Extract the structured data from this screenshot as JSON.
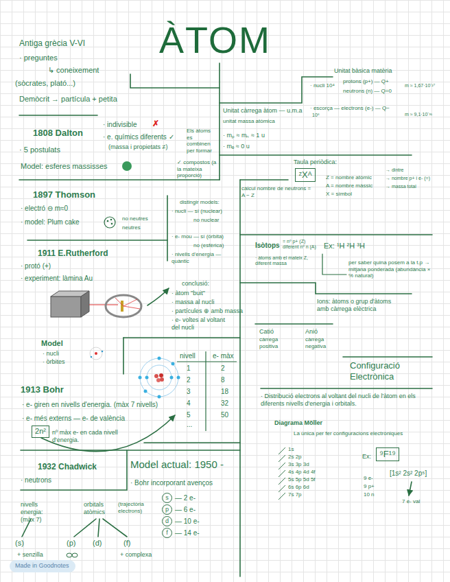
{
  "diagram": {
    "title": "ÀTOM",
    "nodes": [
      {
        "text": [
          "2n²"
        ]
      },
      {
        "text": [
          "ᶻXᴬ"
        ]
      },
      {
        "text": [
          "⁹F¹⁹"
        ]
      },
      {
        "text": [
          "s"
        ]
      },
      {
        "text": [
          "p"
        ]
      },
      {
        "text": [
          "d"
        ]
      },
      {
        "text": [
          "f"
        ]
      }
    ],
    "labels": [
      "Antiga grècia V-VI",
      "· preguntes",
      "↳ coneixement",
      "(sòcrates, plató...)",
      "Demòcrit → partícula + petita",
      "1808 Dalton",
      "· 5 postulats",
      "· indivisible",
      "✗",
      "· e. químics diferents ✓",
      "(massa i propietats ≠)",
      "Els àtoms es combinen per formar",
      "✓ compostos (a la mateixa proporció)",
      "Model: esferes massisses",
      "1897 Thomson",
      "· electró ⊖ m≈0",
      "· model: Plum cake",
      "no neutres",
      "neutres",
      "distingir models:",
      "· nucli — sí (nuclear)",
      "no nuclear",
      "· e- mou — sí (òrbita)",
      "no (esfèrica)",
      "· nivells d'energia — quàntic",
      "1911 E.Rutherford",
      "· protó (+)",
      "· experiment: làmina Au",
      "conclusió:",
      "· àtom \"buit\"",
      "· massa al nucli",
      "· partícules ⊕ amb massa",
      "· e- voltes al voltant del nucli",
      "Model",
      "· nucli",
      "· òrbites",
      "nivell",
      "e- màx",
      "1",
      "2",
      "2",
      "8",
      "3",
      "18",
      "4",
      "32",
      "5",
      "50",
      "...",
      "1913 Bohr",
      "· e- giren en nivells d'energia. (màx 7 nivells)",
      "· e- més externs — e- de valència",
      "nº màx e- en cada nivell d'energia.",
      "1932 Chadwick",
      "· neutrons",
      "Model actual: 1950 -",
      "· Bohr incorporant avenços",
      "nivells energia: (màx 7)",
      "orbitals atòmics",
      "(trajectòria electrons)",
      "(s)",
      "(p)",
      "(d)",
      "(f)",
      "+ senzilla",
      "+ complexa",
      "— 2 e-",
      "— 6 e-",
      "— 10 e-",
      "— 14 e-",
      "Made in Goodnotes",
      "Unitat bàsica matèria",
      "· nucli 10⁴",
      "protons (p+) — Q+",
      "neutrons (n) — Q=0",
      "m ≈ 1,67·10⁻²⁷",
      "· escorça — electrons (e-) — Q−",
      "10⁸",
      "m ≈ 9,1·10⁻³¹",
      "Unitat càrrega àtom — u.m.a",
      "unitat massa atòmica",
      "· mₚ ≈ mₙ ≈ 1 u",
      "· mₑ ≈ 0 u",
      "Taula periòdica:",
      "Z = nombre atòmic",
      "A = nombre màssic",
      "X = símbol",
      "→ dintre",
      "→ nombre p+ i e- (=)",
      "→ massa total",
      "càlcul nombre de neutrons = A − Z",
      "Isòtops",
      "= nº p+ (Z) diferent nº n (A)",
      "· àtoms amb el mateix Z, diferent massa",
      "Ex: ¹H ²H ³H",
      "per saber quina posem a la t.p → mitjana ponderada (abundància × % natural)",
      "Ions: àtoms o grup d'àtoms amb càrrega elèctrica",
      "Catió",
      "càrrega positiva",
      "Anió",
      "càrrega negativa",
      "Configuració Electrònica",
      "· Distribució electrons al voltant del nucli de l'àtom en els diferents nivells d'energia i orbitals.",
      "Diagrama Möller",
      "La única per fer configuracions electròniques",
      "1s",
      "2s 2p",
      "3s 3p 3d",
      "4s 4p 4d 4f",
      "5s 5p 5d 5f",
      "6s 6p 6d",
      "7s 7p",
      "Ex:",
      "9 e-",
      "9 p+",
      "10 n",
      "[1s² 2s² 2p⁵]",
      "7 e- val"
    ]
  }
}
